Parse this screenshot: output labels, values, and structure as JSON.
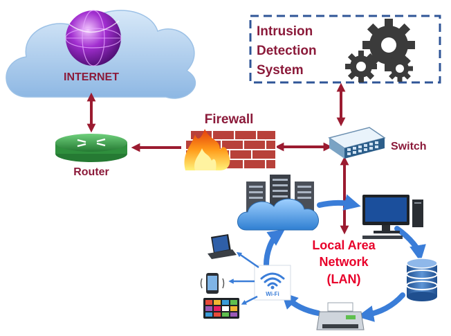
{
  "labels": {
    "internet": "INTERNET",
    "ids_line1": "Intrusion",
    "ids_line2": "Detection",
    "ids_line3": "System",
    "firewall": "Firewall",
    "switch": "Switch",
    "router": "Router",
    "lan_line1": "Local Area",
    "lan_line2": "Network",
    "lan_line3": "(LAN)",
    "wifi": "Wi-Fi"
  },
  "colors": {
    "connector": "#9b1b30",
    "label_maroon": "#8b1a3a",
    "lan_red": "#e8002a",
    "cloud": "#a9c8e8",
    "ids_border": "#2f5597",
    "lan_loop": "#3a7dd8",
    "router": "#3aa14a",
    "brick": "#b8413a"
  },
  "icons": {
    "internet": "globe-cloud-icon",
    "router": "router-icon",
    "firewall": "brick-fire-icon",
    "switch": "network-switch-icon",
    "ids": "gears-icon",
    "servers": "server-cloud-icon",
    "desktop": "desktop-computer-icon",
    "database": "database-icon",
    "printer": "printer-icon",
    "laptop": "laptop-icon",
    "phone": "smartphone-icon",
    "tablet": "tablet-icon",
    "wifi": "wifi-icon"
  }
}
